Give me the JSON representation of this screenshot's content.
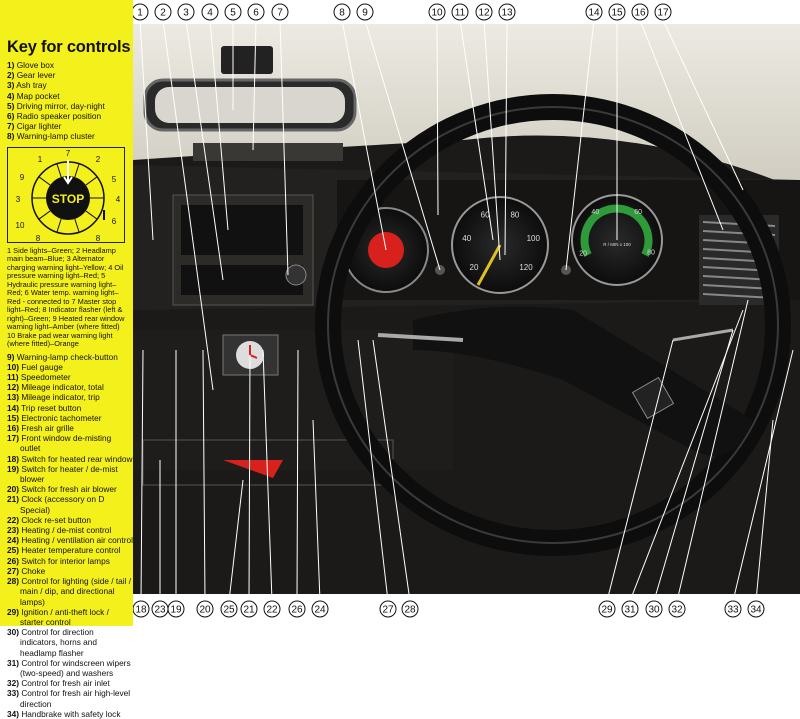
{
  "key": {
    "title": "Key for controls",
    "items_top": [
      {
        "n": "1)",
        "t": "Glove box"
      },
      {
        "n": "2)",
        "t": "Gear lever"
      },
      {
        "n": "3)",
        "t": "Ash tray"
      },
      {
        "n": "4)",
        "t": "Map pocket"
      },
      {
        "n": "5)",
        "t": "Driving mirror, day-night"
      },
      {
        "n": "6)",
        "t": "Radio speaker position"
      },
      {
        "n": "7)",
        "t": "Cigar lighter"
      },
      {
        "n": "8)",
        "t": "Warning-lamp cluster"
      }
    ],
    "dial": {
      "center": "STOP",
      "labels": [
        "7",
        "2",
        "5",
        "4",
        "6",
        "8",
        "8",
        "10",
        "3",
        "9",
        "1"
      ]
    },
    "legend": "1 Side lights–Green; 2 Headlamp main beam–Blue; 3 Alternator charging warning light–Yellow; 4 Oil pressure warning light–Red; 5 Hydraulic pressure warning light–Red; 6 Water temp. warning light–Red - connected to 7 Master stop light–Red; 8 Indicator flasher (left & right)–Green; 9 Heated rear window warning light–Amber (where fitted) 10 Brake pad wear warning light (where fitted)–Orange",
    "items_bottom": [
      {
        "n": "9)",
        "t": "Warning-lamp check-button"
      },
      {
        "n": "10)",
        "t": "Fuel gauge"
      },
      {
        "n": "11)",
        "t": "Speedometer"
      },
      {
        "n": "12)",
        "t": "Mileage indicator, total"
      },
      {
        "n": "13)",
        "t": "Mileage indicator, trip"
      },
      {
        "n": "14)",
        "t": "Trip reset button"
      },
      {
        "n": "15)",
        "t": "Electronic tachometer"
      },
      {
        "n": "16)",
        "t": "Fresh air grille"
      },
      {
        "n": "17)",
        "t": "Front window de-misting outlet"
      },
      {
        "n": "18)",
        "t": "Switch for heated rear window"
      },
      {
        "n": "19)",
        "t": "Switch for heater / de-mist blower"
      },
      {
        "n": "20)",
        "t": "Switch for fresh air blower"
      },
      {
        "n": "21)",
        "t": "Clock (accessory on D Special)"
      },
      {
        "n": "22)",
        "t": "Clock re-set button"
      },
      {
        "n": "23)",
        "t": "Heating / de-mist control"
      },
      {
        "n": "24)",
        "t": "Heating / ventilation air control"
      },
      {
        "n": "25)",
        "t": "Heater temperature control"
      },
      {
        "n": "26)",
        "t": "Switch for interior lamps"
      },
      {
        "n": "27)",
        "t": "Choke"
      },
      {
        "n": "28)",
        "t": "Control for lighting (side / tail / main / dip, and directional lamps)"
      },
      {
        "n": "29)",
        "t": "Ignition / anti-theft lock / starter control"
      },
      {
        "n": "30)",
        "t": "Control for direction indicators, horns and headlamp flasher"
      },
      {
        "n": "31)",
        "t": "Control for windscreen wipers (two-speed) and washers"
      },
      {
        "n": "32)",
        "t": "Control for fresh air inlet"
      },
      {
        "n": "33)",
        "t": "Control for fresh air high-level direction"
      },
      {
        "n": "34)",
        "t": "Handbrake with safety lock"
      }
    ]
  },
  "callouts_top": [
    "1",
    "2",
    "3",
    "4",
    "5",
    "6",
    "7",
    "8",
    "9",
    "10",
    "11",
    "12",
    "13",
    "14",
    "15",
    "16",
    "17"
  ],
  "callouts_bottom": [
    "18",
    "23",
    "19",
    "20",
    "25",
    "21",
    "22",
    "26",
    "24",
    "27",
    "28",
    "29",
    "31",
    "30",
    "32",
    "33",
    "34"
  ],
  "gauges": {
    "speedo_ticks": [
      "20",
      "40",
      "60",
      "80",
      "100",
      "120"
    ],
    "tacho_ticks": [
      "20",
      "40",
      "60",
      "80"
    ],
    "tacho_label": "R / MIN x 100"
  },
  "colors": {
    "key_bg": "#f4f01c",
    "warning_red": "#d8201c"
  }
}
